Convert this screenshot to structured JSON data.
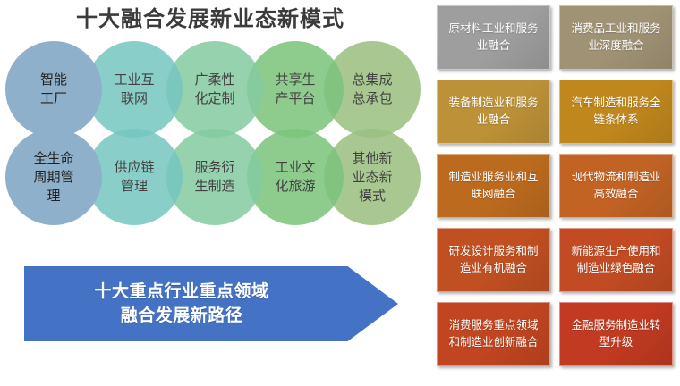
{
  "left_panel": {
    "title": "十大融合发展新业态新模式",
    "circles_row1": [
      {
        "label": "智能\n工厂",
        "color": "#8FB0CB"
      },
      {
        "label": "工业互\n联网",
        "color": "#76C7C0"
      },
      {
        "label": "广柔性\n化定制",
        "color": "#85CBA0"
      },
      {
        "label": "共享生\n产平台",
        "color": "#7CC47C"
      },
      {
        "label": "总集成\n总承包",
        "color": "#9BC080"
      }
    ],
    "circles_row2": [
      {
        "label": "全生命\n周期管\n理",
        "color": "#8FB0CB"
      },
      {
        "label": "供应链\n管理",
        "color": "#76C7C0"
      },
      {
        "label": "服务衍\n生制造",
        "color": "#85CBA0"
      },
      {
        "label": "工业文\n化旅游",
        "color": "#7CC47C"
      },
      {
        "label": "其他新\n业态新\n模式",
        "color": "#9BC080"
      }
    ],
    "banner": {
      "line1": "十大重点行业重点领域",
      "line2": "融合发展新路径",
      "color": "#4472C4"
    }
  },
  "industry_grid": {
    "boxes": [
      {
        "label": "原材料工业和服务业融合",
        "color": "#9E9E9E",
        "col": "a",
        "row": 0
      },
      {
        "label": "消费品工业和服务业深度融合",
        "color": "#A09274",
        "col": "b",
        "row": 0
      },
      {
        "label": "装备制造业和服务业融合",
        "color": "#BD9137",
        "col": "a",
        "row": 1
      },
      {
        "label": "汽车制造和服务全链条体系",
        "color": "#C0871C",
        "col": "b",
        "row": 1
      },
      {
        "label": "制造业服务业和互联网融合",
        "color": "#BC6B1E",
        "col": "a",
        "row": 2
      },
      {
        "label": "现代物流和制造业高效融合",
        "color": "#C26324",
        "col": "b",
        "row": 2
      },
      {
        "label": "研发设计服务和制造业有机融合",
        "color": "#C04F21",
        "col": "a",
        "row": 3
      },
      {
        "label": "新能源生产使用和制造业绿色融合",
        "color": "#C24B23",
        "col": "b",
        "row": 3
      },
      {
        "label": "消费服务重点领域和制造业创新融合",
        "color": "#C14520",
        "col": "a",
        "row": 4
      },
      {
        "label": "金融服务制造业转型升级",
        "color": "#C13A21",
        "col": "b",
        "row": 4
      }
    ]
  }
}
